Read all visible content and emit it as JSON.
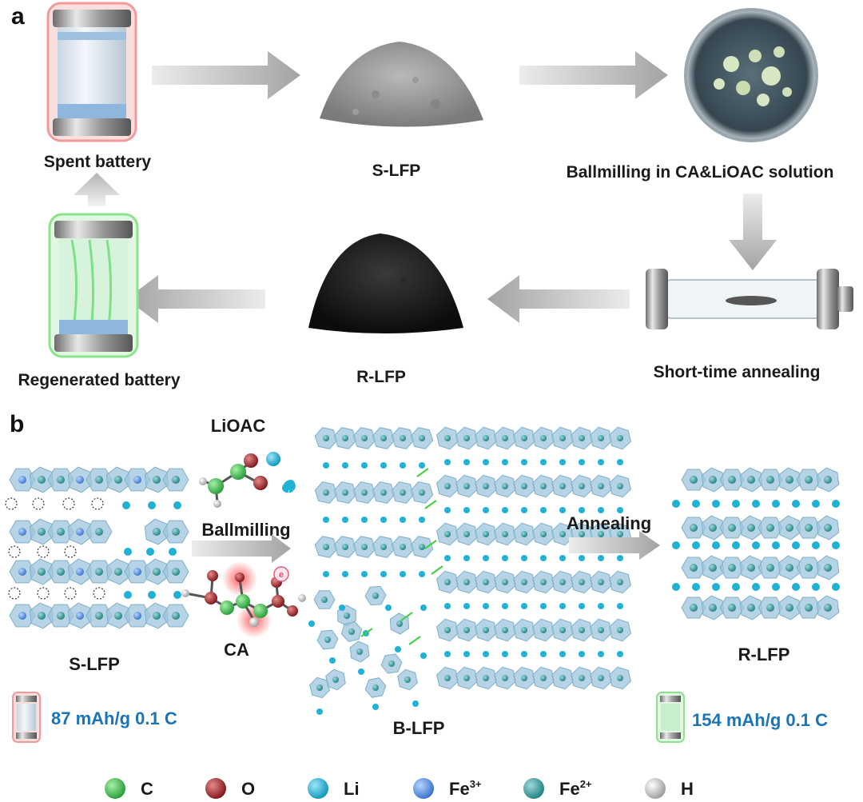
{
  "panel_a": {
    "label": "a",
    "spent_battery": "Spent battery",
    "s_lfp": "S-LFP",
    "ballmilling": "Ballmilling in CA&LiOAC solution",
    "annealing": "Short-time annealing",
    "r_lfp": "R-LFP",
    "regenerated_battery": "Regenerated battery"
  },
  "panel_b": {
    "label": "b",
    "lioac": "LiOAC",
    "ballmilling": "Ballmilling",
    "ca": "CA",
    "annealing": "Annealing",
    "s_lfp": "S-LFP",
    "b_lfp": "B-LFP",
    "r_lfp": "R-LFP",
    "li_badge": "Li",
    "e_badge": "e",
    "spent_capacity": "87 mAh/g 0.1 C",
    "regen_capacity": "154 mAh/g 0.1 C"
  },
  "legend": [
    {
      "label": "C",
      "sup": "",
      "color": "#3cb44a"
    },
    {
      "label": "O",
      "sup": "",
      "color": "#a4262b"
    },
    {
      "label": "Li",
      "sup": "",
      "color": "#1fb1d6"
    },
    {
      "label": "Fe",
      "sup": "3+",
      "color": "#4f8fe3"
    },
    {
      "label": "Fe",
      "sup": "2+",
      "color": "#2f9d9e"
    },
    {
      "label": "H",
      "sup": "",
      "color": "#c9c9c9"
    }
  ],
  "colors": {
    "spent_glow": "#f29a9a",
    "regen_glow": "#8be38b",
    "crystal": "#9dc6dc",
    "li_dot": "#1fb1d6",
    "arrow": "#a9a9a9",
    "caption": "#1b74b8"
  }
}
